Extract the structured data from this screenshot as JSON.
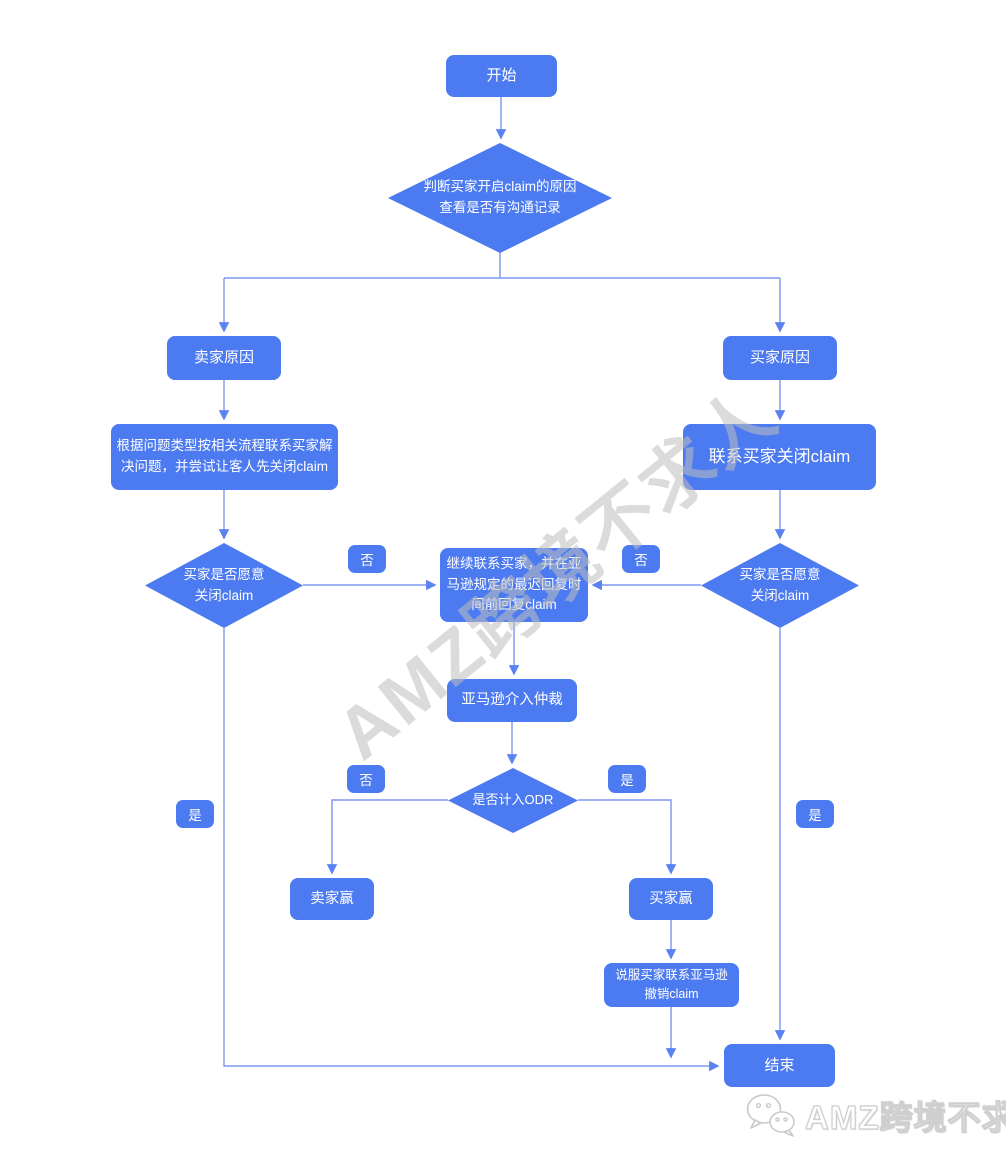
{
  "flowchart": {
    "nodes": {
      "start": "开始",
      "judge_reason": "判断买家开启claim的原因\n查看是否有沟通记录",
      "seller_reason": "卖家原因",
      "buyer_reason": "买家原因",
      "seller_process": "根据问题类型按相关流程联系买家解\n决问题，并尝试让客人先关闭claim",
      "contact_buyer_close": "联系买家关闭claim",
      "buyer_willing_left": "买家是否愿意\n关闭claim",
      "buyer_willing_right": "买家是否愿意\n关闭claim",
      "keep_contacting": "继续联系买家，并在亚\n马逊规定的最迟回复时\n间前回复claim",
      "amazon_arbitration": "亚马逊介入仲裁",
      "odr_check": "是否计入ODR",
      "seller_wins": "卖家赢",
      "buyer_wins": "买家赢",
      "persuade_withdraw": "说服买家联系亚马逊\n撤销claim",
      "end": "结束"
    },
    "edge_labels": {
      "yes": "是",
      "no": "否"
    },
    "colors": {
      "node_fill": "#4c7af0",
      "node_text": "#ffffff",
      "connector": "#7b97f3",
      "arrowhead": "#5b82f2",
      "watermark": "#bdbdbd"
    }
  },
  "branding": {
    "watermark_text": "AMZ跨境不求人",
    "logo_text": "AMZ跨境不求人",
    "logo_icon": "wechat-icon"
  }
}
